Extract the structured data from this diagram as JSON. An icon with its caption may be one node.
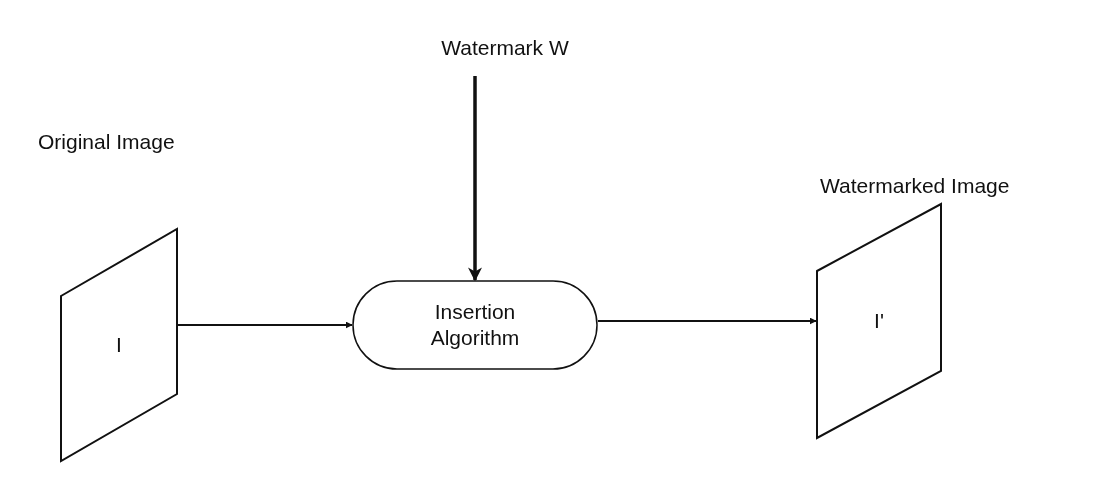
{
  "diagram": {
    "nodes": [
      {
        "text": [
          "I"
        ],
        "beside": [
          "Original Image"
        ]
      },
      {
        "text": [
          "Watermark W"
        ]
      },
      {
        "text": [
          "Insertion Algorithm"
        ]
      },
      {
        "text": [
          "I'"
        ],
        "beside": [
          "Watermarked Image"
        ]
      }
    ],
    "edges": [
      {
        "from": 0,
        "to": 2,
        "arrow": "to"
      },
      {
        "from": 1,
        "to": 2,
        "arrow": "to",
        "style": "thick"
      },
      {
        "from": 2,
        "to": 3,
        "arrow": "to"
      }
    ]
  }
}
